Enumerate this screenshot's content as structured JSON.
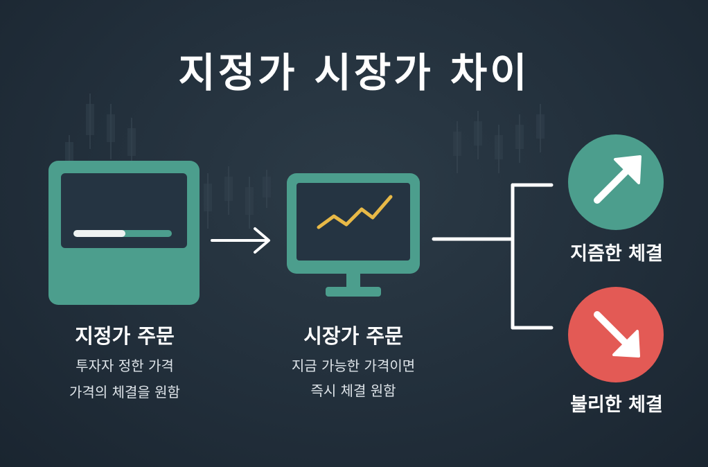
{
  "title": "지정가 시장가 차이",
  "limit_order": {
    "label": "지정가 주문",
    "desc_line1": "투자자 정한 가격",
    "desc_line2": "가격의 체결을 원함"
  },
  "market_order": {
    "label": "시장가 주문",
    "desc_line1": "지금 가능한 가격이면",
    "desc_line2": "즉시 체결 원함"
  },
  "outcomes": {
    "favorable": "지즘한 체결",
    "unfavorable": "불리한 체결"
  },
  "colors": {
    "teal": "#4c9e8d",
    "red": "#e35a55",
    "chart_line": "#e8b947",
    "background": "#222f3b"
  },
  "icons": {
    "limit": "limit-order-panel-icon",
    "market": "monitor-chart-icon",
    "favorable": "arrow-up-right-icon",
    "unfavorable": "arrow-down-right-icon"
  }
}
